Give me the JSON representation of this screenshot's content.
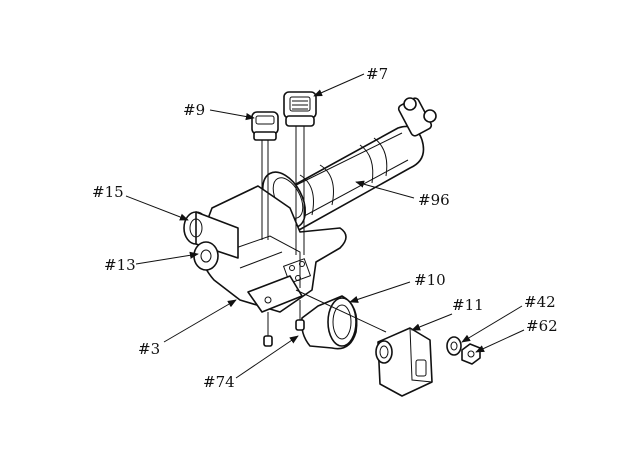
{
  "diagram": {
    "colors": {
      "ink": "#111111",
      "paper": "#ffffff"
    },
    "callouts": {
      "p7": "#7",
      "p9": "#9",
      "p15": "#15",
      "p96": "#96",
      "p13": "#13",
      "p10": "#10",
      "p11": "#11",
      "p42": "#42",
      "p62": "#62",
      "p3": "#3",
      "p74": "#74"
    }
  }
}
